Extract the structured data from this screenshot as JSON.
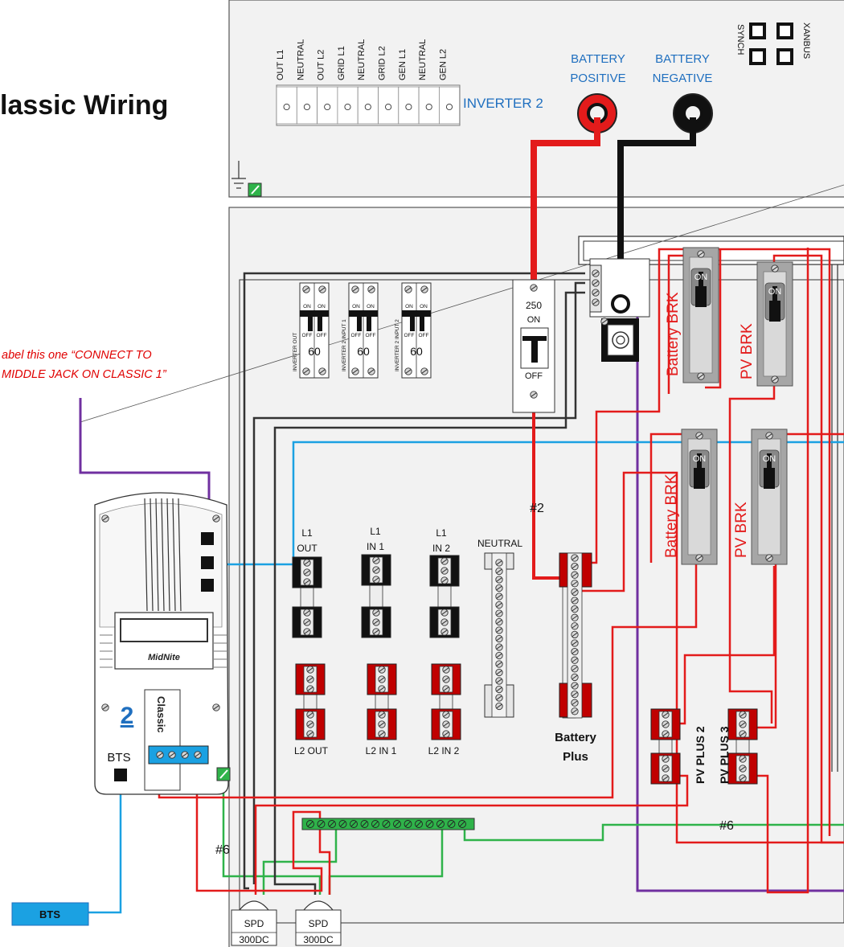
{
  "title": "lassic Wiring",
  "note": {
    "line1": "abel this one “CONNECT TO",
    "line2": "MIDDLE JACK ON CLASSIC 1”"
  },
  "inverter": {
    "label": "INVERTER 2",
    "terminals": [
      "OUT L1",
      "NEUTRAL",
      "OUT L2",
      "GRID L1",
      "NEUTRAL",
      "GRID L2",
      "GEN L1",
      "NEUTRAL",
      "GEN L2"
    ],
    "battery_positive": [
      "BATTERY",
      "POSITIVE"
    ],
    "battery_negative": [
      "BATTERY",
      "NEGATIVE"
    ],
    "synch": "SYNCH",
    "xanbus": "XANBUS"
  },
  "breakers": {
    "small": [
      {
        "name": "INVERTER OUT",
        "rating": "60",
        "on": "ON",
        "off": "OFF"
      },
      {
        "name": "INVERTER 2 INPUT 1",
        "rating": "60",
        "on": "ON",
        "off": "OFF"
      },
      {
        "name": "INVERTER 2 INPUT 2",
        "rating": "60",
        "on": "ON",
        "off": "OFF"
      }
    ],
    "main": {
      "rating": "250",
      "on": "ON",
      "off": "OFF"
    },
    "dc": [
      {
        "name": "Battery BRK",
        "state": "ON"
      },
      {
        "name": "PV BRK",
        "state": "ON"
      },
      {
        "name": "Battery BRK",
        "state": "ON"
      },
      {
        "name": "PV BRK",
        "state": "ON"
      }
    ]
  },
  "wires": {
    "battery_gauge": "#2",
    "ground_left": "#6",
    "ground_right": "#6"
  },
  "busbars": {
    "l1_out": [
      "L1",
      "OUT"
    ],
    "l1_in1": [
      "L1",
      "IN 1"
    ],
    "l1_in2": [
      "L1",
      "IN 2"
    ],
    "neutral": "NEUTRAL",
    "l2_out": "L2 OUT",
    "l2_in1": "L2 IN 1",
    "l2_in2": "L2 IN 2",
    "battery_plus": [
      "Battery",
      "Plus"
    ],
    "pv_plus_2": "PV PLUS 2",
    "pv_plus_3": "PV PLUS 3"
  },
  "classic": {
    "number": "2",
    "bts": "BTS",
    "brand": "MidNite",
    "vertical": "Classic"
  },
  "bts_box": "BTS",
  "spd": [
    {
      "line1": "SPD",
      "line2": "300DC"
    },
    {
      "line1": "SPD",
      "line2": "300DC"
    }
  ],
  "colors": {
    "red": "#e31b1b",
    "black": "#111111",
    "blue": "#1ba1e2",
    "green": "#2fb34a",
    "purple": "#7030a0",
    "label_blue": "#1f6fbf",
    "note_red": "#e00000",
    "panel": "#f2f2f2",
    "breaker_red": "#c00000"
  }
}
